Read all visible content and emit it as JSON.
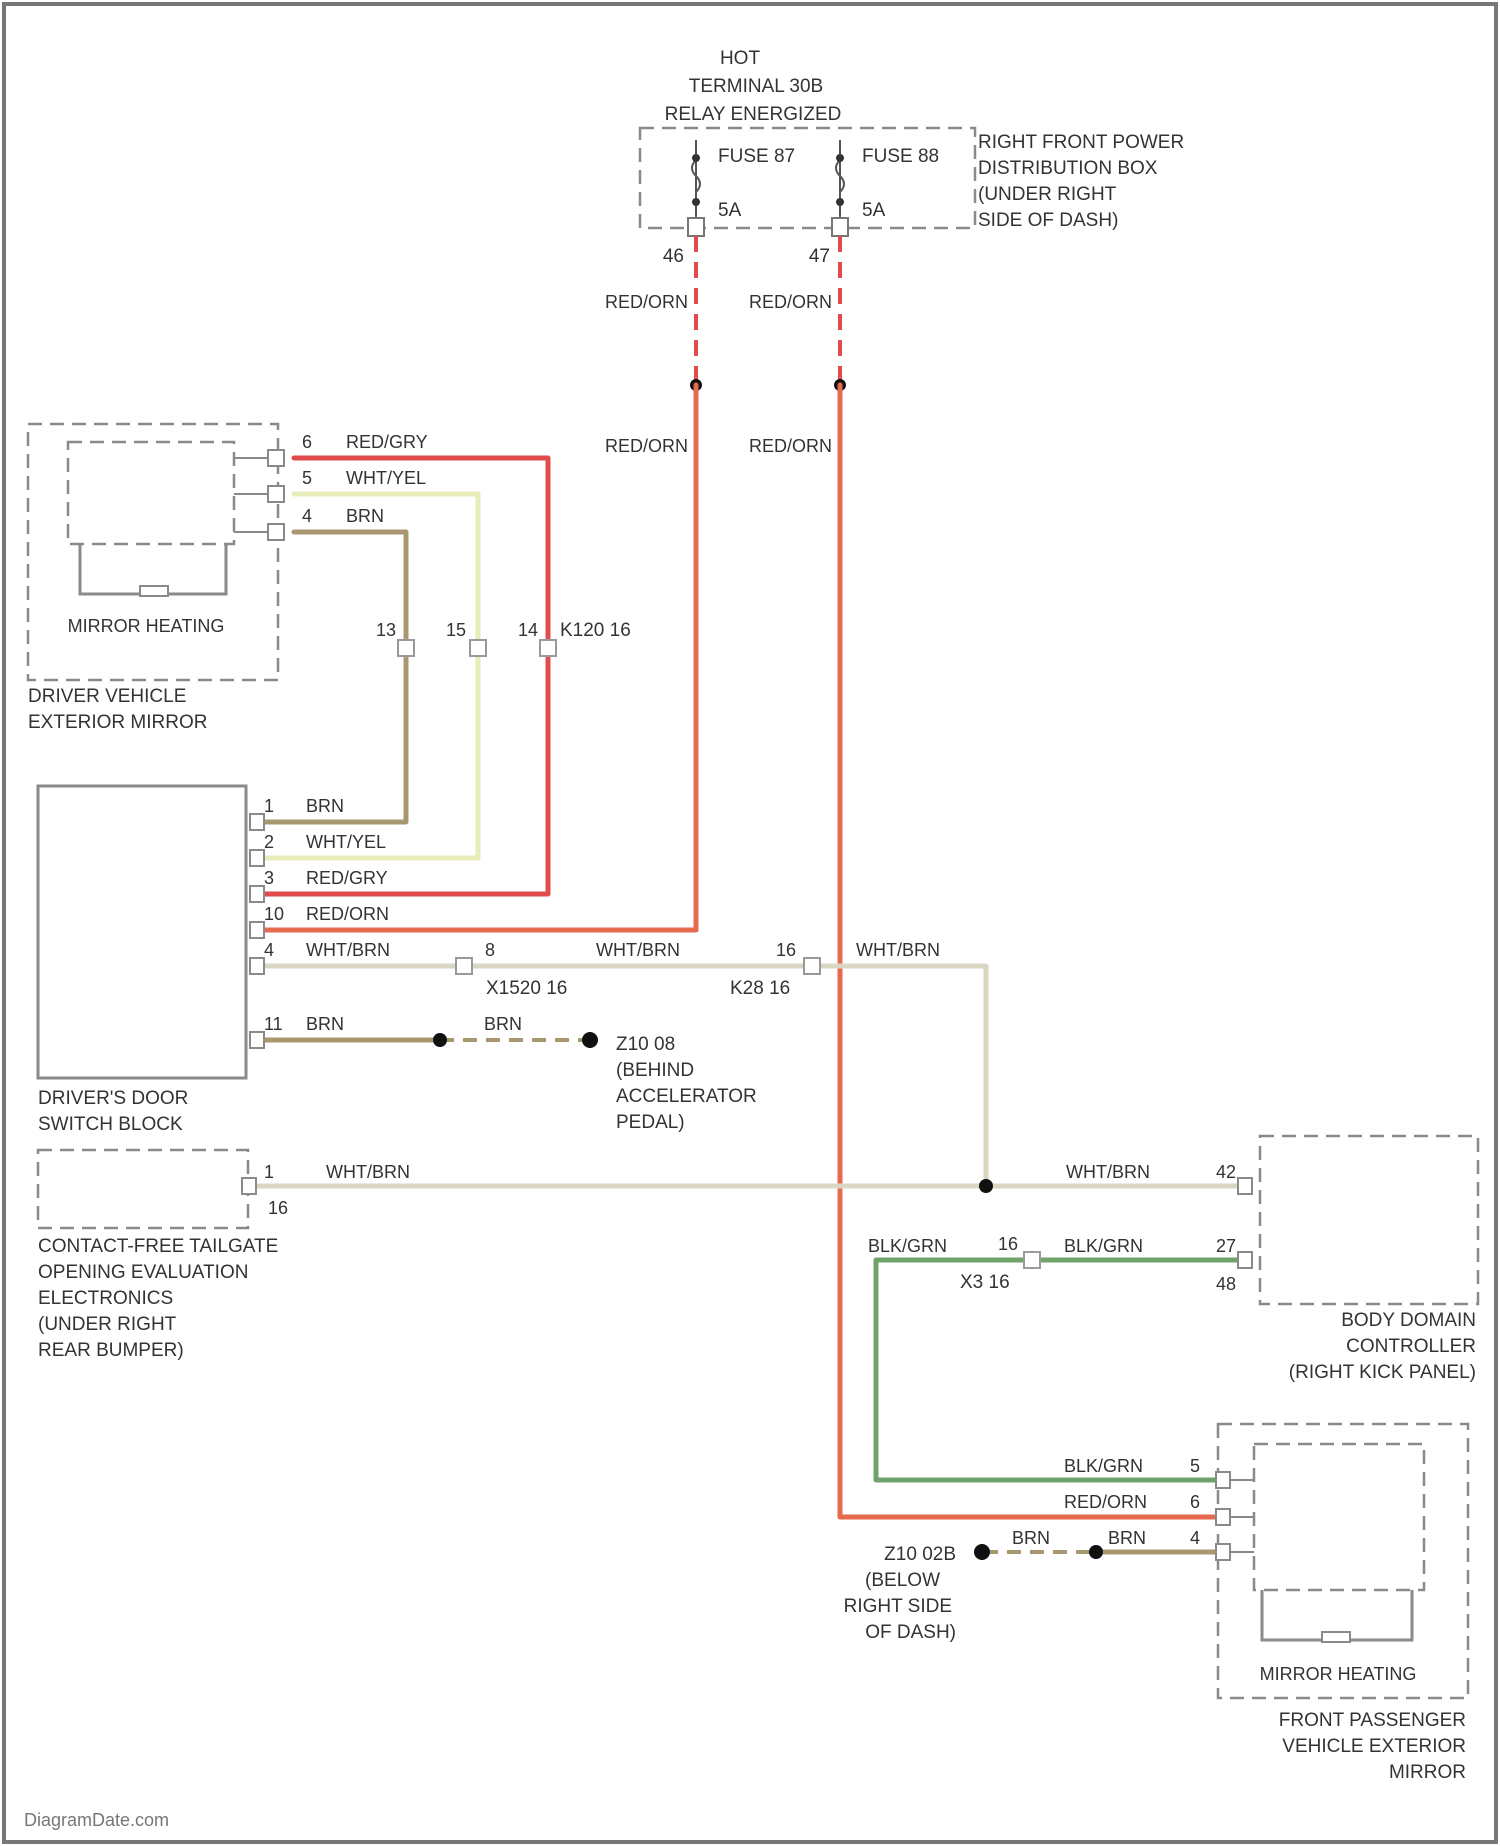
{
  "colors": {
    "red_orn": "#e66a4e",
    "red_gry": "#e24b4b",
    "wht_yel": "#e7ecb8",
    "brn": "#a89870",
    "wht_brn": "#d9d6c2",
    "blk_grn": "#6ea36a",
    "box": "#8a8a8a",
    "text": "#333333"
  },
  "power": {
    "hot_label": [
      "HOT",
      "TERMINAL 30B",
      "RELAY ENERGIZED"
    ],
    "fuse_left": {
      "name": "FUSE 87",
      "rating": "5A",
      "pin": "46"
    },
    "fuse_right": {
      "name": "FUSE 88",
      "rating": "5A",
      "pin": "47"
    },
    "box_label": [
      "RIGHT FRONT POWER",
      "DISTRIBUTION BOX",
      "(UNDER RIGHT",
      "SIDE OF DASH)"
    ]
  },
  "wires": {
    "red_orn": "RED/ORN",
    "red_gry": "RED/GRY",
    "wht_yel": "WHT/YEL",
    "brn": "BRN",
    "wht_brn": "WHT/BRN",
    "blk_grn": "BLK/GRN"
  },
  "driver_mirror": {
    "pins": [
      "6",
      "5",
      "4"
    ],
    "heating_label": "MIRROR HEATING",
    "label": [
      "DRIVER VEHICLE",
      "EXTERIOR MIRROR"
    ]
  },
  "connector_k120": {
    "pins": [
      "13",
      "15",
      "14"
    ],
    "name": "K120 16"
  },
  "door_switch": {
    "pins": [
      "1",
      "2",
      "3",
      "10",
      "4",
      "11"
    ],
    "label": [
      "DRIVER'S DOOR",
      "SWITCH BLOCK"
    ]
  },
  "connector_x1520": {
    "pin": "8",
    "name": "X1520 16"
  },
  "connector_k28": {
    "pin": "16",
    "name": "K28 16"
  },
  "ground_z10": {
    "label": [
      "Z10 08",
      "(BEHIND",
      "ACCELERATOR",
      "PEDAL)"
    ]
  },
  "tailgate": {
    "pins": [
      "1",
      "16"
    ],
    "label": [
      "CONTACT-FREE TAILGATE",
      "OPENING EVALUATION",
      "ELECTRONICS",
      "(UNDER RIGHT",
      "REAR BUMPER)"
    ]
  },
  "connector_x3": {
    "pin": "16",
    "name": "X3 16"
  },
  "bdc": {
    "pins": [
      "42",
      "27",
      "48"
    ],
    "label": [
      "BODY DOMAIN",
      "CONTROLLER",
      "(RIGHT KICK PANEL)"
    ]
  },
  "passenger_mirror": {
    "pins": [
      "5",
      "6",
      "4"
    ],
    "heating_label": "MIRROR HEATING",
    "label": [
      "FRONT PASSENGER",
      "VEHICLE EXTERIOR",
      "MIRROR"
    ]
  },
  "ground_z10_02b": {
    "label": [
      "Z10 02B",
      "(BELOW",
      "RIGHT SIDE",
      "OF DASH)"
    ]
  },
  "watermark": "DiagramDate.com"
}
